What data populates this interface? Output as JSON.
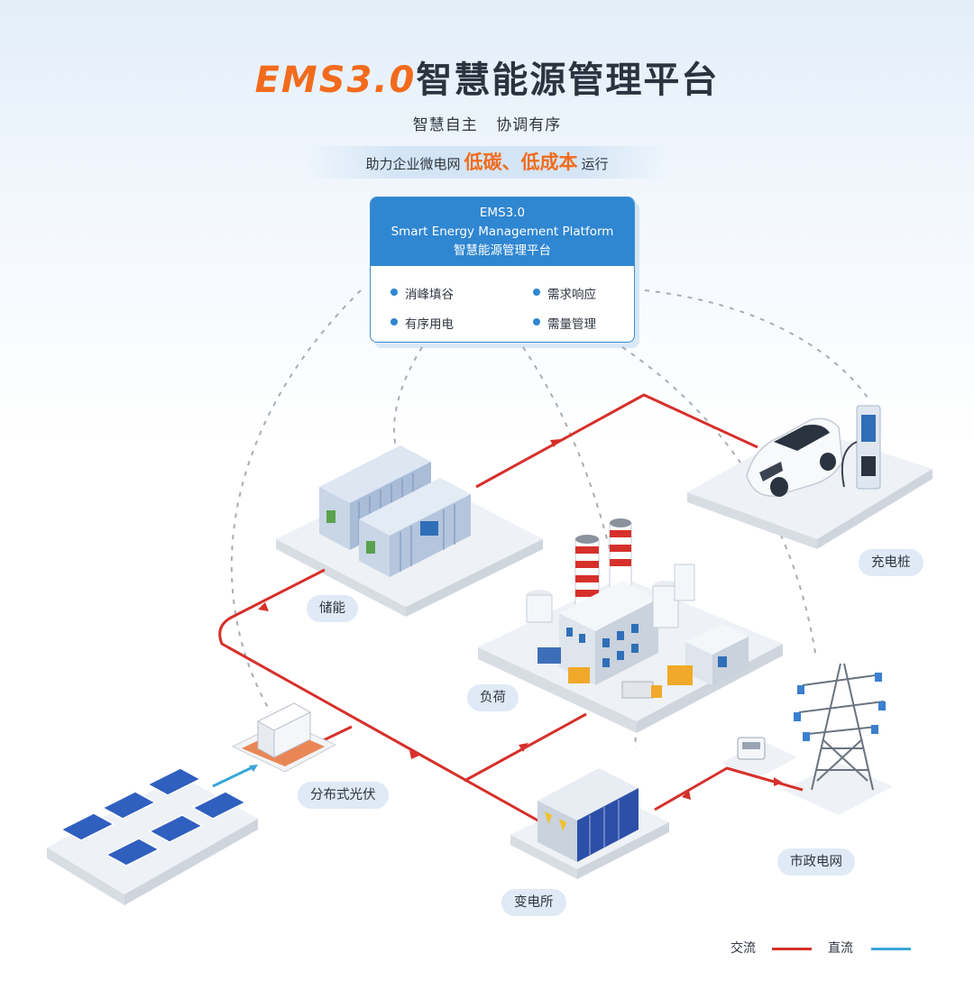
{
  "header": {
    "title_en": "EMS3.0",
    "title_cn": "智慧能源管理平台",
    "subtitle": "智慧自主 协调有序",
    "slogan_prefix": "助力企业微电网",
    "slogan_highlight": "低碳、低成本",
    "slogan_suffix": "运行"
  },
  "platform": {
    "name_en": "EMS3.0",
    "name_full_en": "Smart Energy Management Platform",
    "name_cn": "智慧能源管理平台",
    "features": [
      "消峰填谷",
      "需求响应",
      "有序用电",
      "需量管理"
    ]
  },
  "nodes": {
    "storage": "储能",
    "charging": "充电桩",
    "load": "负荷",
    "solar": "分布式光伏",
    "substation": "变电所",
    "grid": "市政电网"
  },
  "legend": {
    "ac_label": "交流",
    "dc_label": "直流",
    "ac_color": "#d6302b",
    "dc_color": "#3aa6d9"
  },
  "colors": {
    "accent_orange": "#f26b1d",
    "platform_blue": "#2f86d1"
  }
}
